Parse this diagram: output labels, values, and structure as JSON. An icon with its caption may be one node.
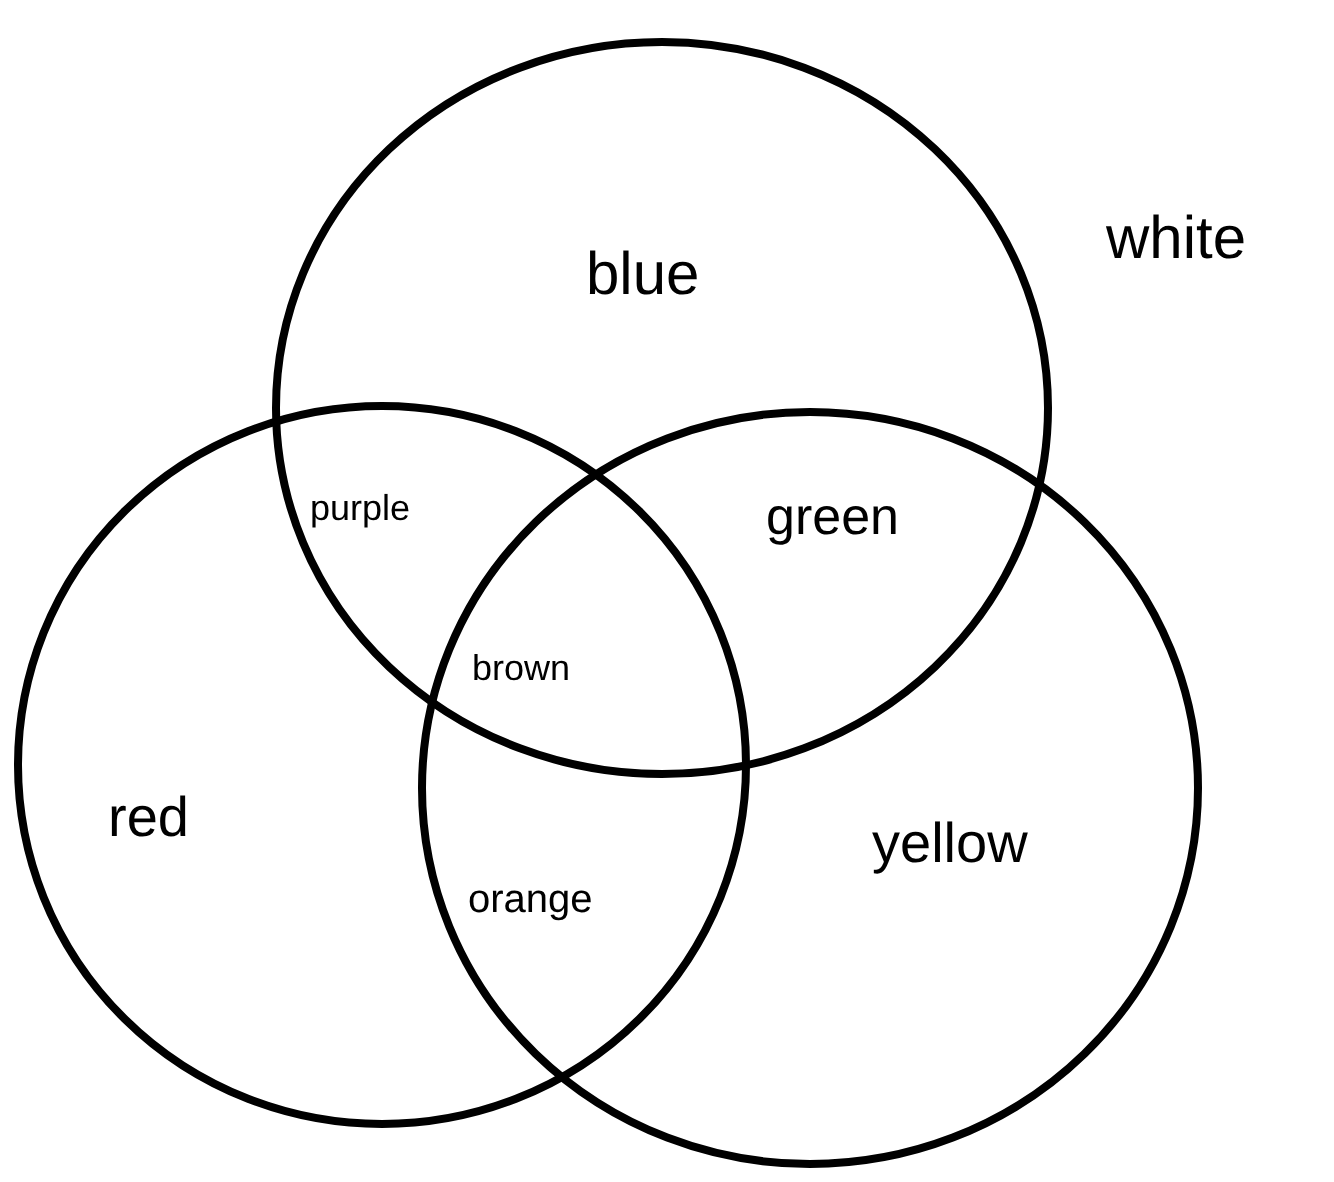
{
  "diagram": {
    "nodes": [
      {
        "text": [
          "blue"
        ]
      },
      {
        "text": [
          "red"
        ]
      },
      {
        "text": [
          "yellow"
        ]
      }
    ],
    "labels": [
      "white",
      "purple",
      "green",
      "brown",
      "orange"
    ]
  }
}
